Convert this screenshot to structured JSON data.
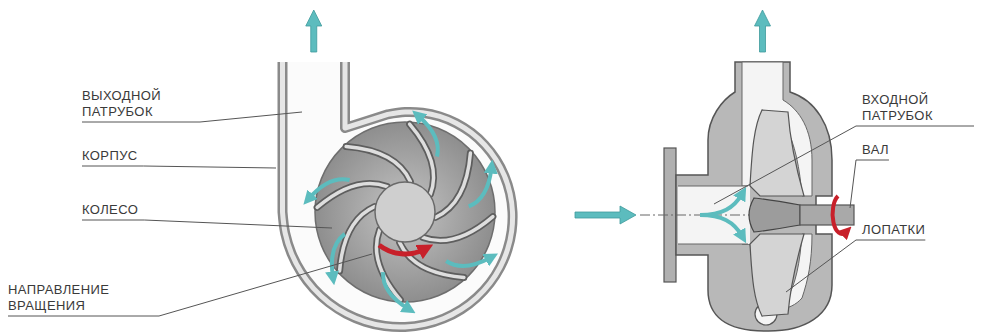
{
  "diagram": {
    "labels": [
      "ВЫХОДНОЙ ПАТРУБОК",
      "КОРПУС",
      "КОЛЕСО",
      "НАПРАВЛЕНИЕ ВРАЩЕНИЯ",
      "ВХОДНОЙ ПАТРУБОК",
      "ВАЛ",
      "ЛОПАТКИ"
    ]
  }
}
